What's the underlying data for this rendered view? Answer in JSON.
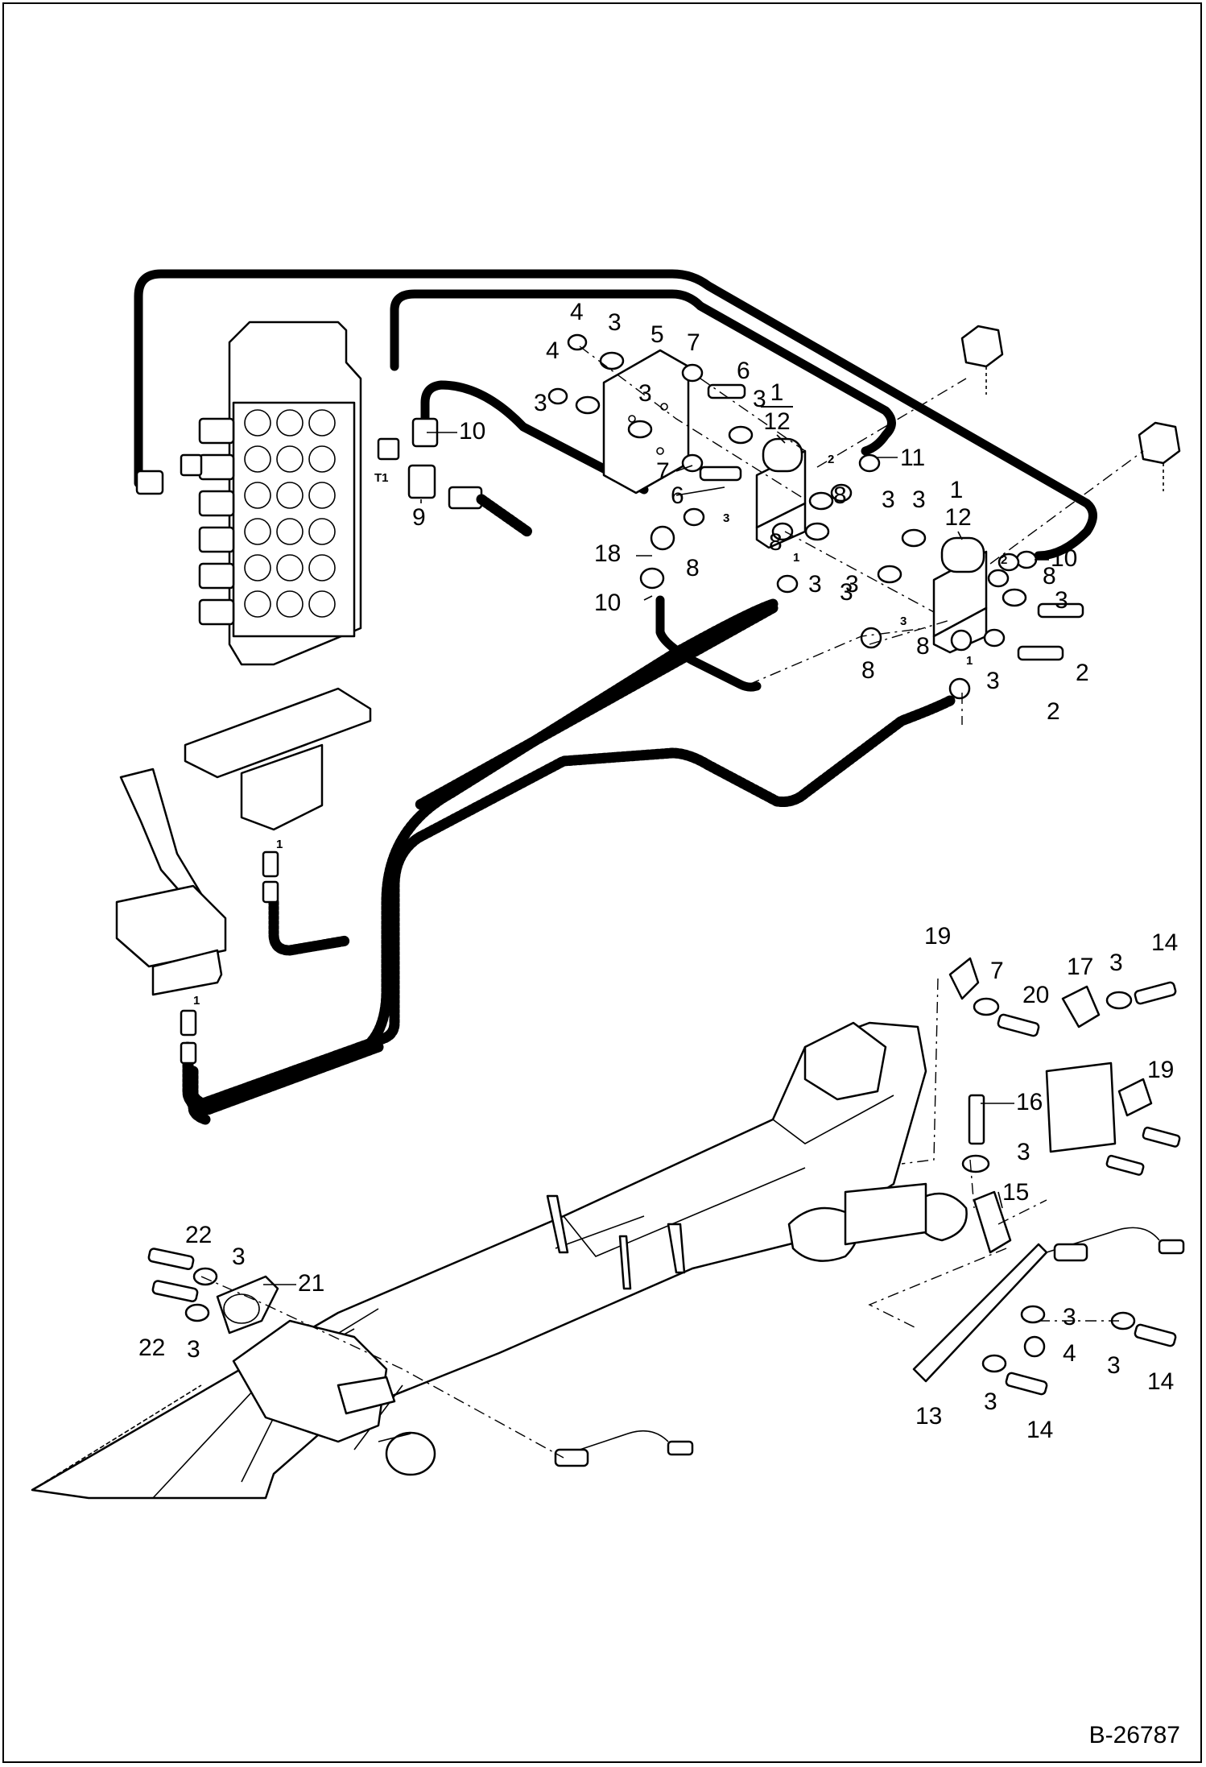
{
  "drawing": {
    "reference_code": "B-26787"
  },
  "callouts": [
    {
      "id": "c-1-top",
      "text": "1"
    },
    {
      "id": "c-12-top",
      "text": "12"
    },
    {
      "id": "c-1-right",
      "text": "1"
    },
    {
      "id": "c-12-right",
      "text": "12"
    },
    {
      "id": "c-2a",
      "text": "2"
    },
    {
      "id": "c-2b",
      "text": "2"
    },
    {
      "id": "c-3a",
      "text": "3"
    },
    {
      "id": "c-3b",
      "text": "3"
    },
    {
      "id": "c-3c",
      "text": "3"
    },
    {
      "id": "c-3d",
      "text": "3"
    },
    {
      "id": "c-3e",
      "text": "3"
    },
    {
      "id": "c-3f",
      "text": "3"
    },
    {
      "id": "c-3g",
      "text": "3"
    },
    {
      "id": "c-3h",
      "text": "3"
    },
    {
      "id": "c-3i",
      "text": "3"
    },
    {
      "id": "c-3j",
      "text": "3"
    },
    {
      "id": "c-3k",
      "text": "3"
    },
    {
      "id": "c-3l",
      "text": "3"
    },
    {
      "id": "c-3m",
      "text": "3"
    },
    {
      "id": "c-3n",
      "text": "3"
    },
    {
      "id": "c-3o",
      "text": "3"
    },
    {
      "id": "c-3p",
      "text": "3"
    },
    {
      "id": "c-3q",
      "text": "3"
    },
    {
      "id": "c-3r",
      "text": "3"
    },
    {
      "id": "c-4a",
      "text": "4"
    },
    {
      "id": "c-4b",
      "text": "4"
    },
    {
      "id": "c-4c",
      "text": "4"
    },
    {
      "id": "c-5",
      "text": "5"
    },
    {
      "id": "c-6a",
      "text": "6"
    },
    {
      "id": "c-6b",
      "text": "6"
    },
    {
      "id": "c-7a",
      "text": "7"
    },
    {
      "id": "c-7b",
      "text": "7"
    },
    {
      "id": "c-7c",
      "text": "7"
    },
    {
      "id": "c-8a",
      "text": "8"
    },
    {
      "id": "c-8b",
      "text": "8"
    },
    {
      "id": "c-8c",
      "text": "8"
    },
    {
      "id": "c-8d",
      "text": "8"
    },
    {
      "id": "c-8e",
      "text": "8"
    },
    {
      "id": "c-8f",
      "text": "8"
    },
    {
      "id": "c-9",
      "text": "9"
    },
    {
      "id": "c-10a",
      "text": "10"
    },
    {
      "id": "c-10b",
      "text": "10"
    },
    {
      "id": "c-10c",
      "text": "10"
    },
    {
      "id": "c-11",
      "text": "11"
    },
    {
      "id": "c-13",
      "text": "13"
    },
    {
      "id": "c-14a",
      "text": "14"
    },
    {
      "id": "c-14b",
      "text": "14"
    },
    {
      "id": "c-14c",
      "text": "14"
    },
    {
      "id": "c-15",
      "text": "15"
    },
    {
      "id": "c-16",
      "text": "16"
    },
    {
      "id": "c-17",
      "text": "17"
    },
    {
      "id": "c-18",
      "text": "18"
    },
    {
      "id": "c-19a",
      "text": "19"
    },
    {
      "id": "c-19b",
      "text": "19"
    },
    {
      "id": "c-20",
      "text": "20"
    },
    {
      "id": "c-21",
      "text": "21"
    },
    {
      "id": "c-22a",
      "text": "22"
    },
    {
      "id": "c-22b",
      "text": "22"
    }
  ],
  "port_marks": [
    {
      "id": "p-t1",
      "text": "T1"
    },
    {
      "id": "p-2a",
      "text": "2"
    },
    {
      "id": "p-2b",
      "text": "2"
    },
    {
      "id": "p-3a",
      "text": "3"
    },
    {
      "id": "p-3b",
      "text": "3"
    },
    {
      "id": "p-1a",
      "text": "1"
    },
    {
      "id": "p-1b",
      "text": "1"
    },
    {
      "id": "p-1c",
      "text": "1"
    },
    {
      "id": "p-1d",
      "text": "1"
    }
  ]
}
